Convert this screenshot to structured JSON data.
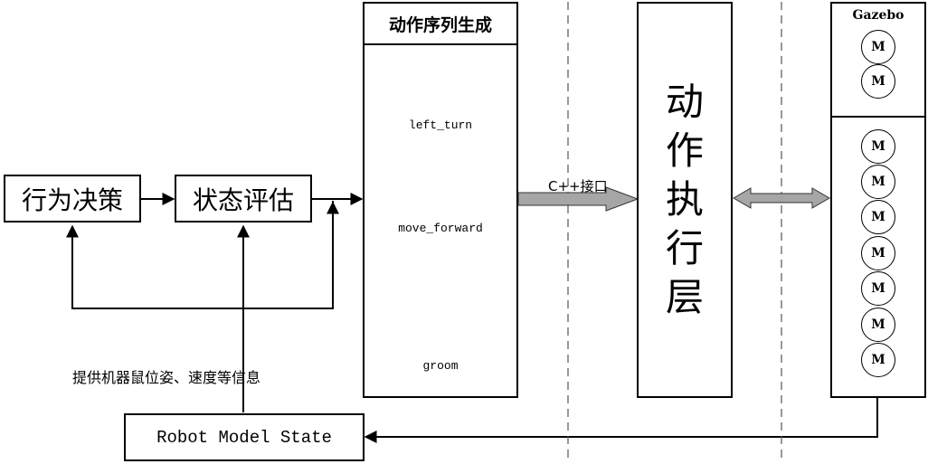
{
  "decision": {
    "label": "行为决策"
  },
  "evaluation": {
    "label": "状态评估"
  },
  "sequence": {
    "title": "动作序列生成",
    "actions": [
      {
        "label": "left_turn",
        "icon": "robot-left-turn-icon"
      },
      {
        "label": "move_forward",
        "icon": "robot-move-forward-icon"
      },
      {
        "label": "groom",
        "icon": "robot-groom-icon"
      }
    ]
  },
  "interface": {
    "label": "C++接口"
  },
  "executor": {
    "chars": [
      "动",
      "作",
      "执",
      "行",
      "层"
    ]
  },
  "gazebo": {
    "title": "Gazebo",
    "top_motors": [
      "M",
      "M"
    ],
    "bottom_motors": [
      "M",
      "M",
      "M",
      "M",
      "M",
      "M",
      "M"
    ]
  },
  "feedback": {
    "label": "提供机器鼠位姿、速度等信息"
  },
  "model_state": {
    "label": "Robot Model State"
  },
  "colors": {
    "accent": "#c00000",
    "arrow_fill": "#a6a6a6",
    "line": "#000000"
  }
}
